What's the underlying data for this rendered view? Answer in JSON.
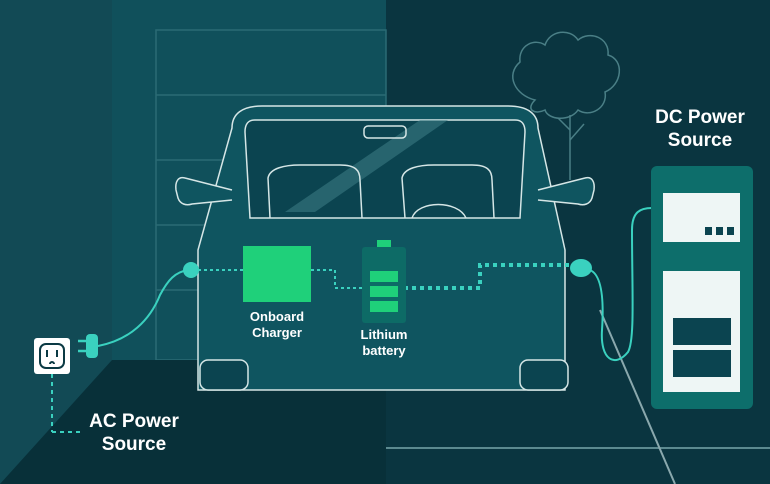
{
  "labels": {
    "ac_line1": "AC Power",
    "ac_line2": "Source",
    "dc_line1": "DC Power",
    "dc_line2": "Source",
    "charger_line1": "Onboard",
    "charger_line2": "Charger",
    "battery_line1": "Lithium",
    "battery_line2": "battery"
  },
  "colors": {
    "background": "#0b3a44",
    "accent_green": "#1fd07a",
    "cable_teal": "#3ad1bf",
    "station_body": "#0d6e6b",
    "outline": "#d5e6e6"
  },
  "icons": [
    "ac-outlet-icon",
    "plug-icon",
    "battery-icon",
    "charging-station-icon",
    "tree-icon",
    "car-icon"
  ]
}
